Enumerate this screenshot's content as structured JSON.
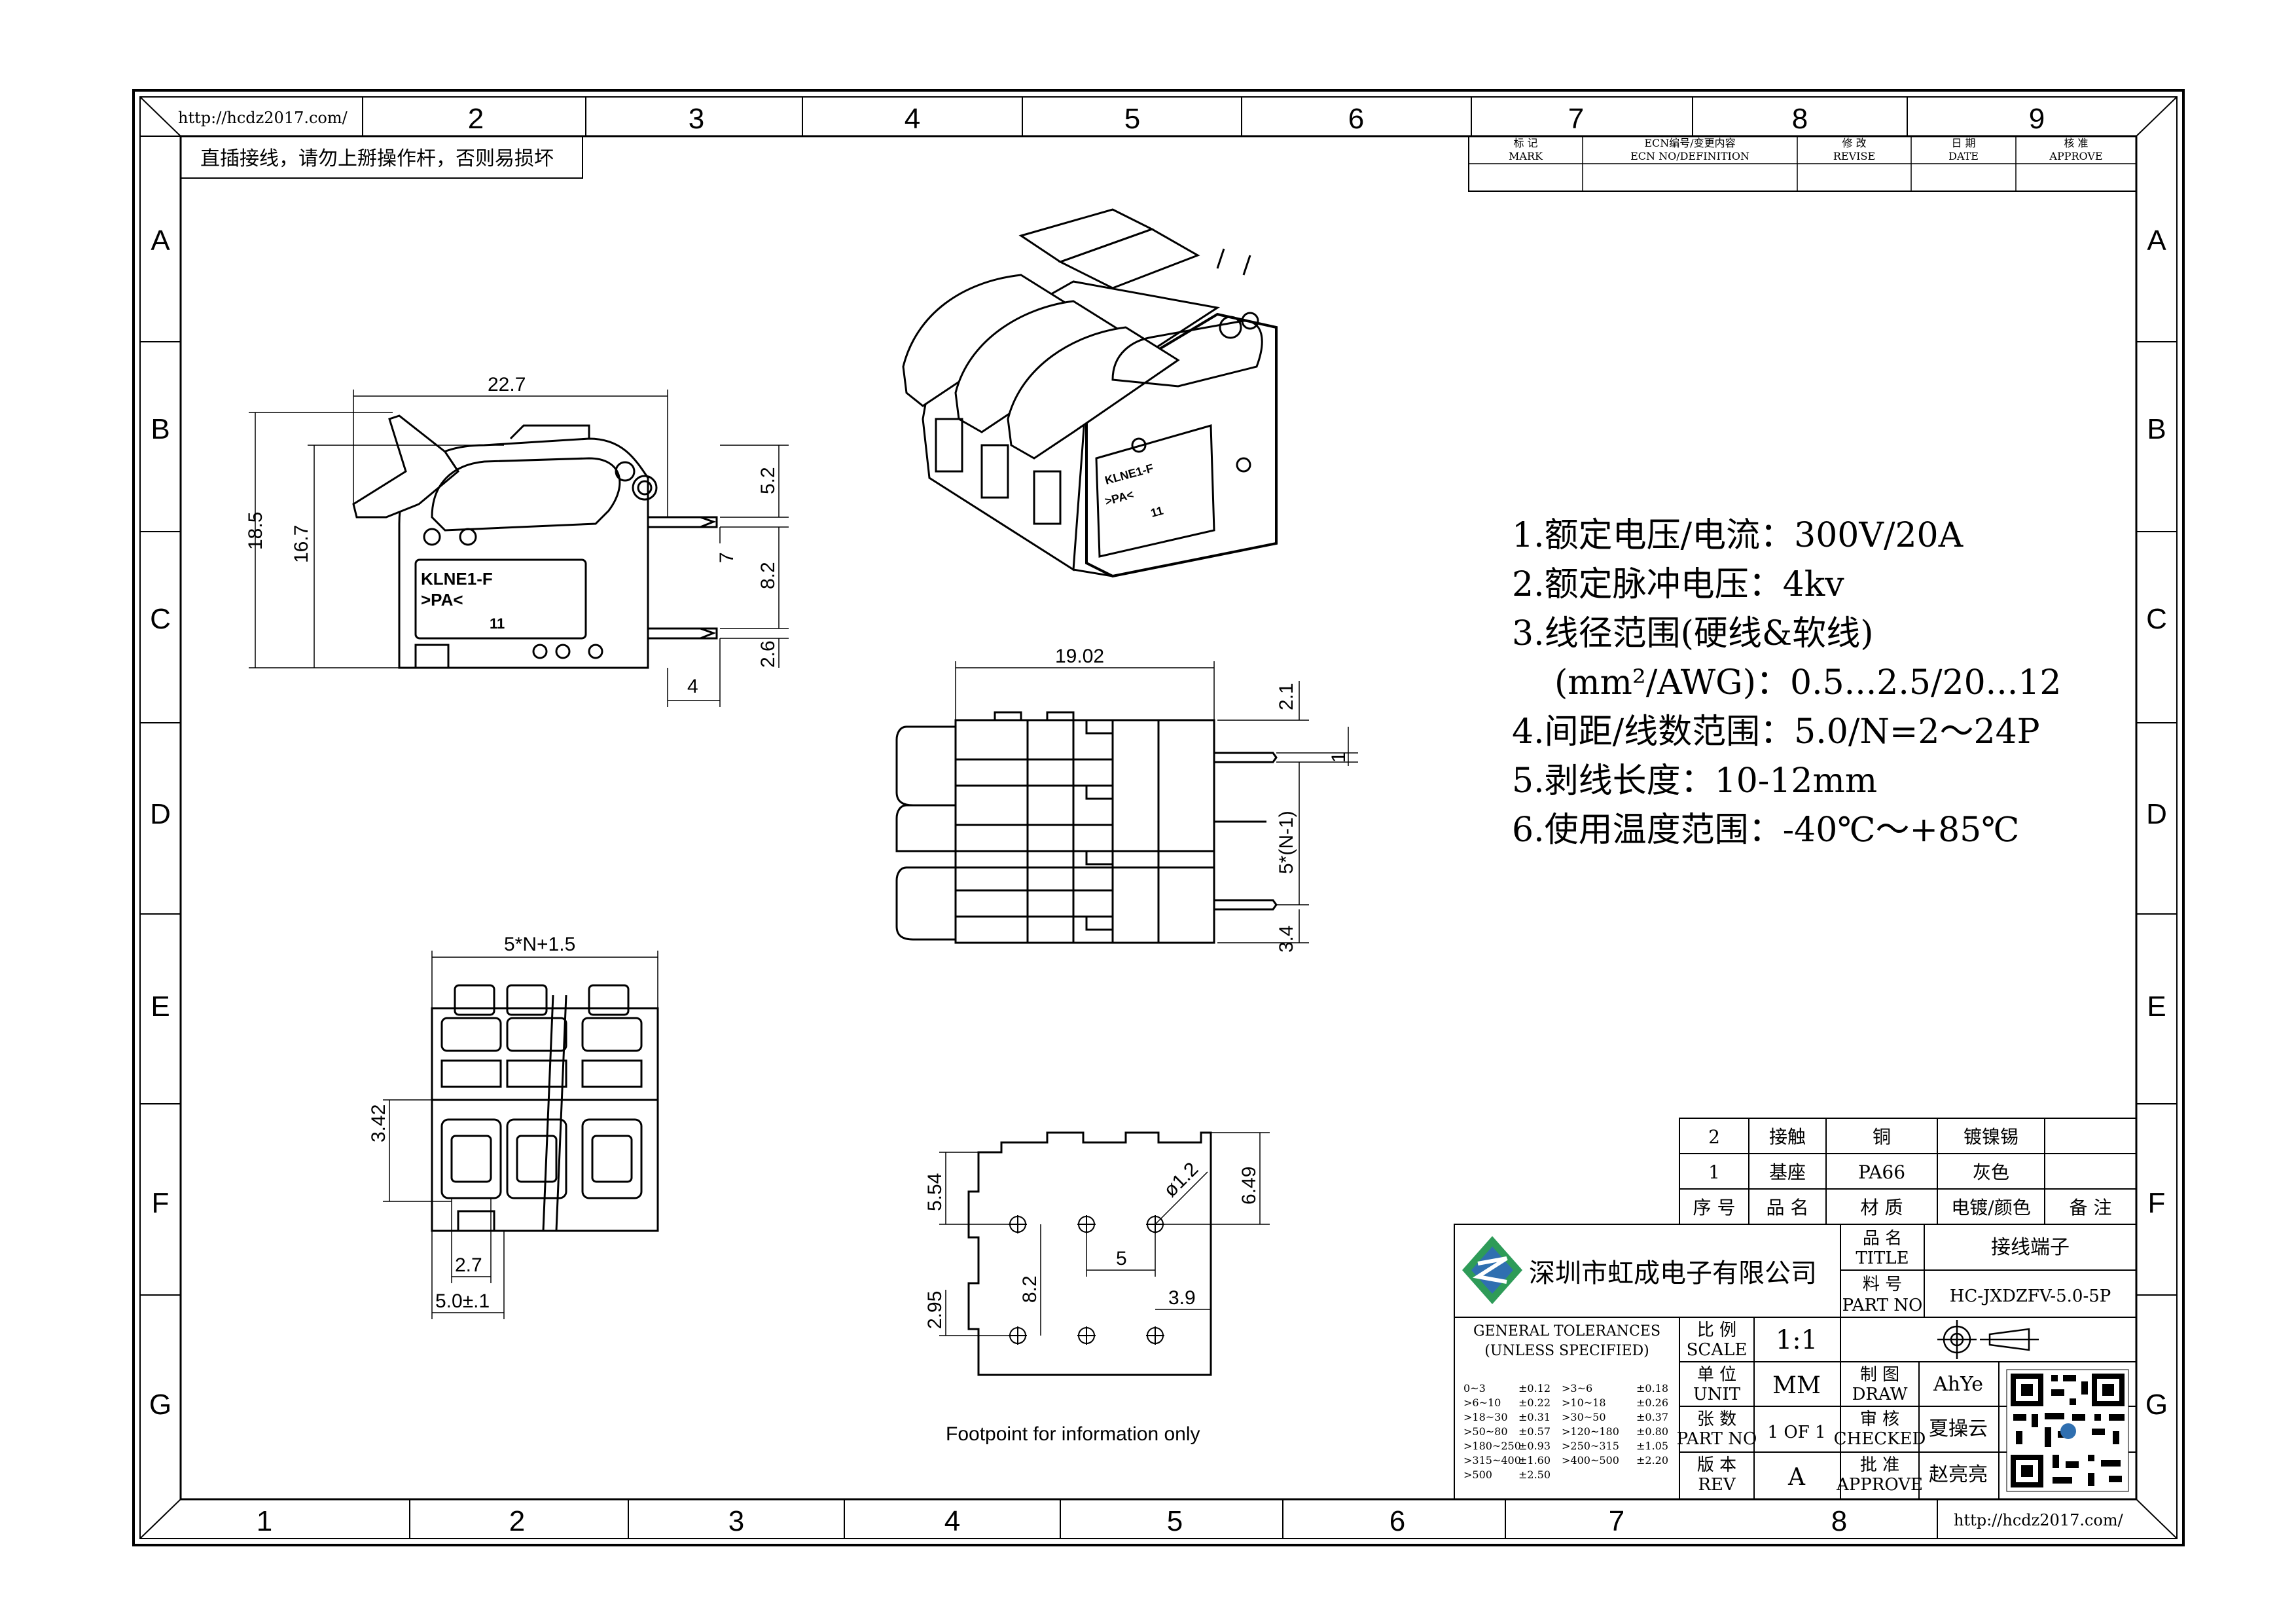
{
  "header": {
    "url_left": "http://hcdz2017.com/",
    "url_right": "http://hcdz2017.com/",
    "warning": "直插接线，请勿上掰操作杆，否则易损坏",
    "top_cols": [
      "2",
      "3",
      "4",
      "5",
      "6",
      "7",
      "8",
      "9"
    ],
    "bottom_cols": [
      "1",
      "2",
      "3",
      "4",
      "5",
      "6",
      "7",
      "8"
    ],
    "rows": [
      "A",
      "B",
      "C",
      "D",
      "E",
      "F",
      "G"
    ]
  },
  "revision_table": {
    "mark_cn": "标 记",
    "mark_en": "MARK",
    "ecn_cn": "ECN编号/变更内容",
    "ecn_en": "ECN NO/DEFINITION",
    "revise_cn": "修 改",
    "revise_en": "REVISE",
    "date_cn": "日 期",
    "date_en": "DATE",
    "approve_cn": "核 准",
    "approve_en": "APPROVE"
  },
  "specs": [
    "1.额定电压/电流：300V/20A",
    "2.额定脉冲电压：4kv",
    "3.线径范围(硬线&软线)",
    "(mm²/AWG)：0.5...2.5/20...12",
    "4.间距/线数范围：5.0/N=2～24P",
    "5.剥线长度：10-12mm",
    "6.使用温度范围：-40℃～+85℃"
  ],
  "views": {
    "side": {
      "d_width": "22.7",
      "d_h185": "18.5",
      "d_h167": "16.7",
      "d_52": "5.2",
      "d_7": "7",
      "d_82": "8.2",
      "d_26": "2.6",
      "d_4": "4",
      "label1": "KLNE1-F",
      "label2": ">PA<",
      "label3": "11"
    },
    "top": {
      "d_1902": "19.02",
      "d_21": "2.1",
      "d_1": "1",
      "d_pitch": "5*(N-1)",
      "d_34": "3.4"
    },
    "front": {
      "d_width": "5*N+1.5",
      "d_342": "3.42",
      "d_27": "2.7",
      "d_50": "5.0±.1"
    },
    "footprint": {
      "d_554": "5.54",
      "d_649": "6.49",
      "d_12": "ø1.2",
      "d_5": "5",
      "d_82": "8.2",
      "d_295": "2.95",
      "d_39": "3.9",
      "caption": "Footpoint for information only"
    },
    "iso": {
      "label1": "KLNE1-F",
      "label2": ">PA<",
      "label3": "11"
    }
  },
  "bom": {
    "rows": [
      {
        "no": "2",
        "name": "接触",
        "material": "铜",
        "finish": "镀镍锡",
        "note": ""
      },
      {
        "no": "1",
        "name": "基座",
        "material": "PA66",
        "finish": "灰色",
        "note": ""
      }
    ],
    "headers": {
      "no": "序 号",
      "name": "品 名",
      "material": "材 质",
      "finish": "电镀/颜色",
      "note": "备 注"
    }
  },
  "title_block": {
    "company": "深圳市虹成电子有限公司",
    "title_cn": "品 名",
    "title_en": "TITLE",
    "title_value": "接线端子",
    "part_cn": "料 号",
    "part_en": "PART NO",
    "part_value": "HC-JXDZFV-5.0-5P",
    "tol_title1": "GENERAL TOLERANCES",
    "tol_title2": "(UNLESS SPECIFIED)",
    "tolerances": [
      [
        "0~3",
        "±0.12",
        ">3~6",
        "±0.18"
      ],
      [
        ">6~10",
        "±0.22",
        ">10~18",
        "±0.26"
      ],
      [
        ">18~30",
        "±0.31",
        ">30~50",
        "±0.37"
      ],
      [
        ">50~80",
        "±0.57",
        ">120~180",
        "±0.80"
      ],
      [
        ">180~250",
        "±0.93",
        ">250~315",
        "±1.05"
      ],
      [
        ">315~400",
        "±1.60",
        ">400~500",
        "±2.20"
      ],
      [
        ">500",
        "±2.50",
        "",
        ""
      ]
    ],
    "scale_cn": "比 例",
    "scale_en": "SCALE",
    "scale_value": "1:1",
    "unit_cn": "单 位",
    "unit_en": "UNIT",
    "unit_value": "MM",
    "sheet_cn": "张 数",
    "sheet_en": "PART NO",
    "sheet_value": "1 OF 1",
    "rev_cn": "版 本",
    "rev_en": "REV",
    "rev_value": "A",
    "draw_cn": "制 图",
    "draw_en": "DRAW",
    "draw_value": "AhYe",
    "check_cn": "审 核",
    "check_en": "CHECKED",
    "check_value": "夏操云",
    "approve_cn": "批 准",
    "approve_en": "APPROVE",
    "approve_value": "赵亮亮",
    "logo_color_green": "#2e9b58",
    "logo_color_blue": "#2f6fb0"
  }
}
